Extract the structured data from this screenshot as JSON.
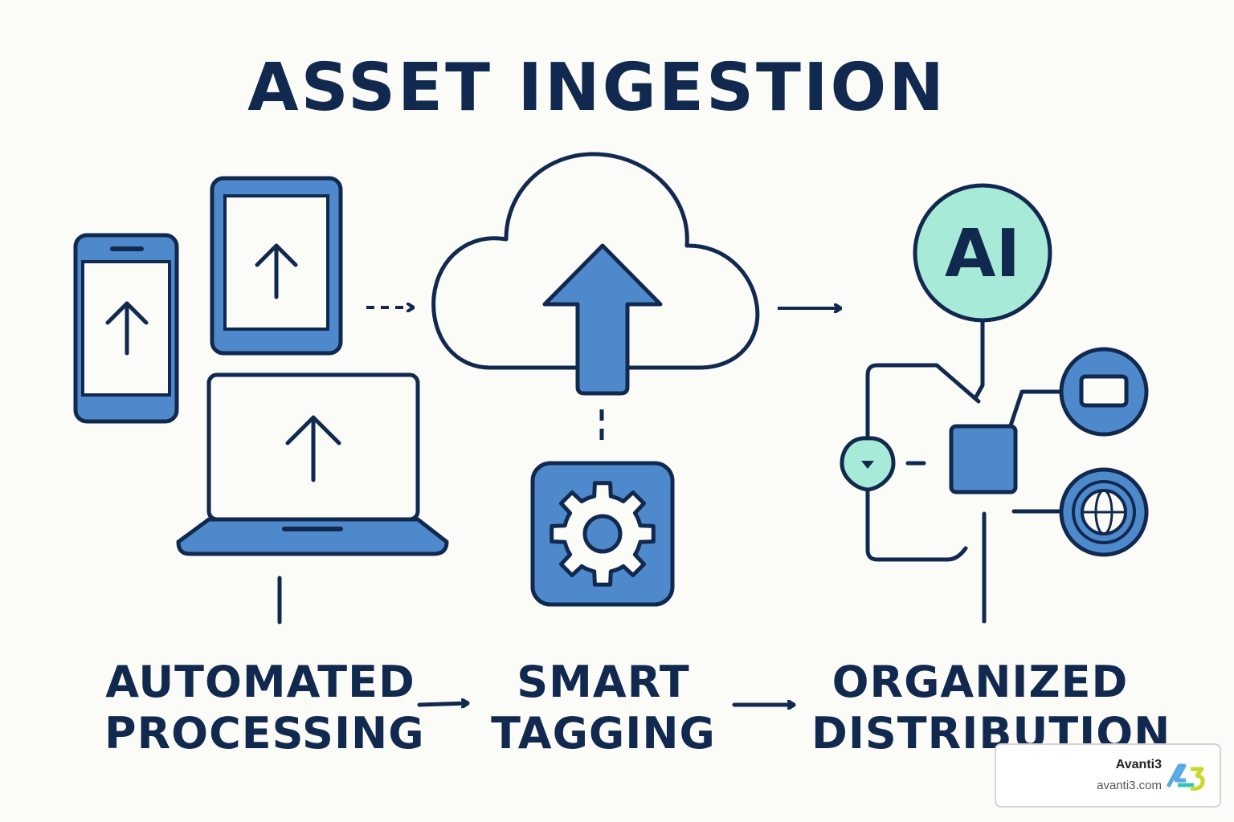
{
  "title": "ASSET INGESTION",
  "steps": [
    {
      "line1": "AUTOMATED",
      "line2": "PROCESSING"
    },
    {
      "line1": "SMART",
      "line2": "TAGGING"
    },
    {
      "line1": "ORGANIZED",
      "line2": "DISTRIBUTION"
    }
  ],
  "ai_badge": "AI",
  "watermark": {
    "name": "Avanti3",
    "url": "avanti3.com",
    "logo_text": "A3"
  },
  "colors": {
    "navy": "#12294f",
    "blue": "#4e8acb",
    "mint": "#a8ead8",
    "background": "#fbfbf8"
  }
}
